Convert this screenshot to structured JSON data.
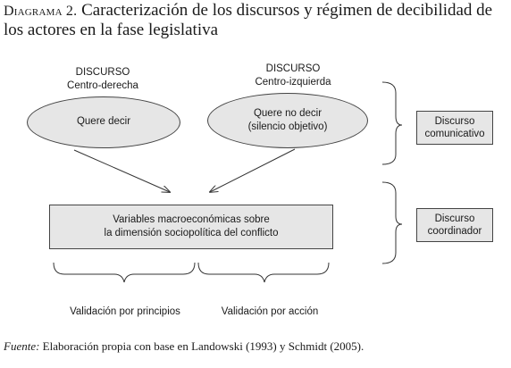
{
  "title": {
    "label": "Diagrama 2.",
    "text": "Caracterización de los discursos y régimen de decibilidad de los actores en la fase legislativa"
  },
  "left_actor": {
    "heading": "DISCURSO",
    "subheading": "Centro-derecha",
    "ellipse_text": "Quere decir"
  },
  "right_actor": {
    "heading": "DISCURSO",
    "subheading": "Centro-izquierda",
    "ellipse_line1": "Quere no decir",
    "ellipse_line2": "(silencio objetivo)"
  },
  "center_box": {
    "line1": "Variables macroeconómicas sobre",
    "line2": "la dimensión sociopolítica del conflicto"
  },
  "side_boxes": {
    "top_line1": "Discurso",
    "top_line2": "comunicativo",
    "bottom_line1": "Discurso",
    "bottom_line2": "coordinador"
  },
  "bottom_labels": {
    "left": "Validación por principios",
    "right": "Validación por acción"
  },
  "source": {
    "label": "Fuente:",
    "text": " Elaboración propia con base en Landowski (1993) y Schmidt (2005)."
  }
}
